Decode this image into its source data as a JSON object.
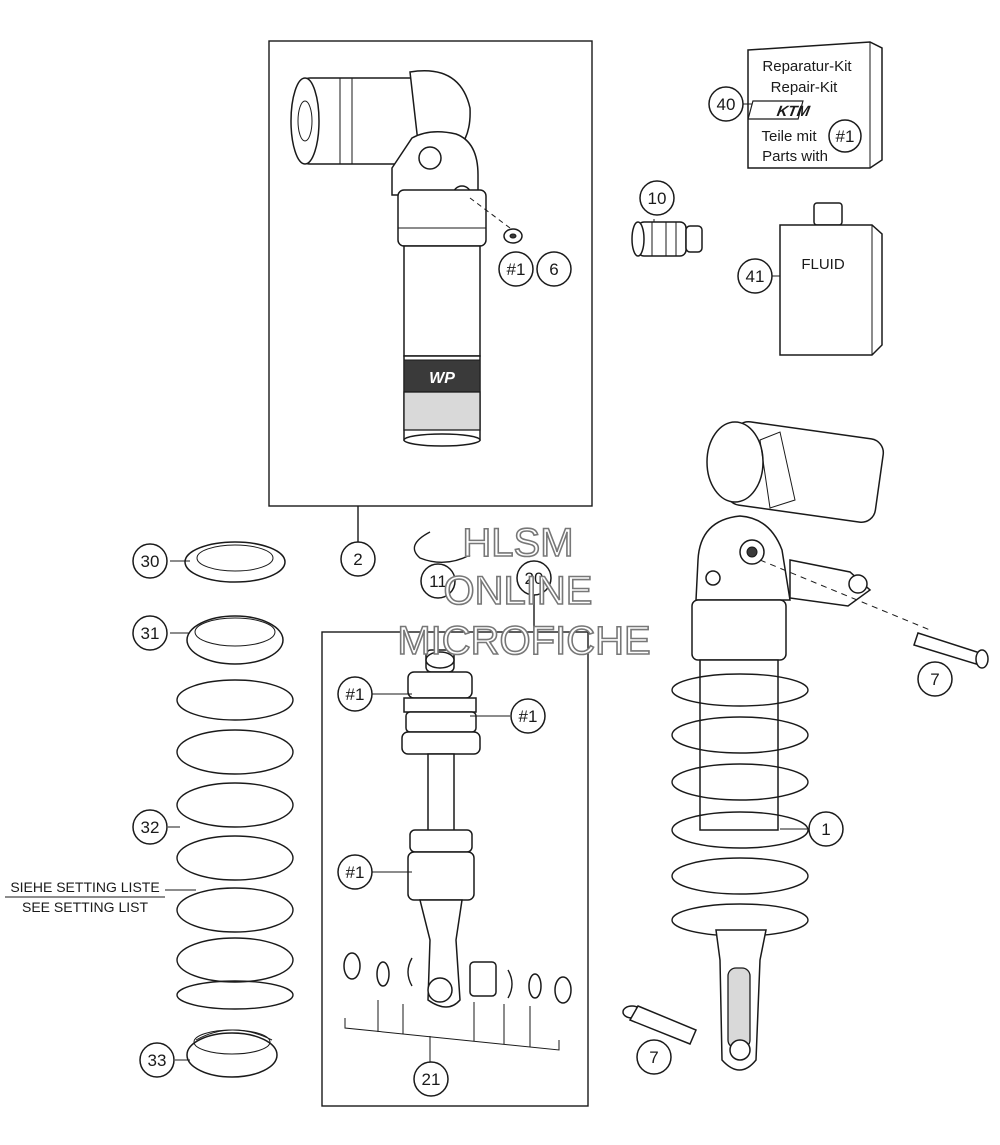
{
  "callouts": {
    "c1": "1",
    "c2": "2",
    "c6": "6",
    "c6_ref": "#1",
    "c7a": "7",
    "c7b": "7",
    "c10": "10",
    "c11": "11",
    "c20": "20",
    "c21": "21",
    "c30": "30",
    "c31": "31",
    "c32": "32",
    "c33": "33",
    "c40": "40",
    "c41": "41",
    "ref_a": "#1",
    "ref_b": "#1",
    "ref_c": "#1"
  },
  "repair_kit": {
    "line1": "Reparatur-Kit",
    "line2": "Repair-Kit",
    "brand": "KTM",
    "line3": "Teile mit",
    "line3_ref": "#1",
    "line4": "Parts with"
  },
  "fluid_label": "FLUID",
  "setting_note": {
    "line1": "SIEHE SETTING LISTE",
    "line2": "SEE SETTING LIST"
  },
  "watermark": {
    "line1": "HLSM",
    "line2": "ONLINE",
    "line3": "MICROFICHE"
  }
}
